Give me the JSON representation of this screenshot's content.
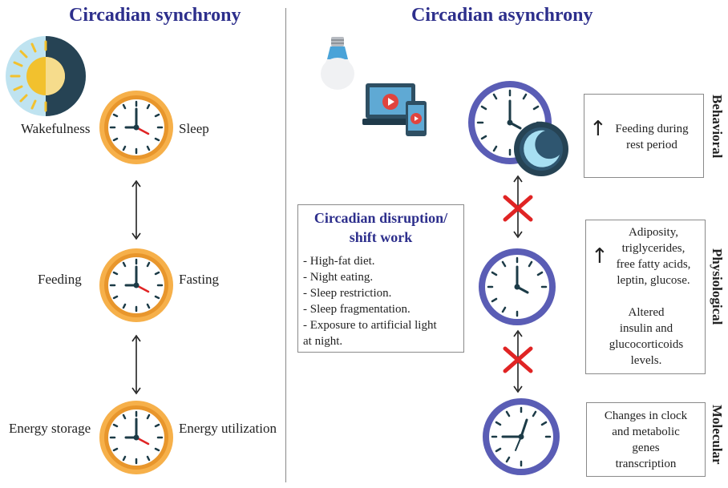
{
  "left": {
    "title": "Circadian synchrony",
    "rows": [
      {
        "left": "Wakefulness",
        "right": "Sleep"
      },
      {
        "left": "Feeding",
        "right": "Fasting"
      },
      {
        "left": "Energy storage",
        "right": "Energy utilization"
      }
    ]
  },
  "right": {
    "title": "Circadian asynchrony",
    "disruption": {
      "title_line1": "Circadian disruption/",
      "title_line2": "shift work",
      "items": [
        "- High-fat diet.",
        "- Night eating.",
        "- Sleep restriction.",
        "- Sleep fragmentation.",
        "- Exposure to artificial light",
        "at night."
      ]
    },
    "levels": [
      {
        "name": "Behavioral",
        "arrow": "↑",
        "lines": [
          "Feeding during",
          "rest period"
        ]
      },
      {
        "name": "Physiological",
        "arrow": "↑",
        "lines": [
          "Adiposity,",
          "triglycerides,",
          "free fatty acids,",
          "leptin, glucose."
        ],
        "lines2": [
          "Altered",
          "insulin and",
          "glucocorticoids",
          "levels."
        ]
      },
      {
        "name": "Molecular",
        "lines": [
          "Changes in clock",
          "and metabolic",
          "genes",
          "transcription"
        ]
      }
    ]
  },
  "colors": {
    "title": "#2d2f8c",
    "orange_clock": "#efa23e",
    "blue_clock": "#5a5db5",
    "cross": "#e02424",
    "moon_dark": "#264354",
    "sun": "#f2c12e"
  },
  "icons": [
    "sun-moon-icon",
    "light-bulb-icon",
    "devices-icon",
    "moon-icon",
    "clock-icon"
  ]
}
